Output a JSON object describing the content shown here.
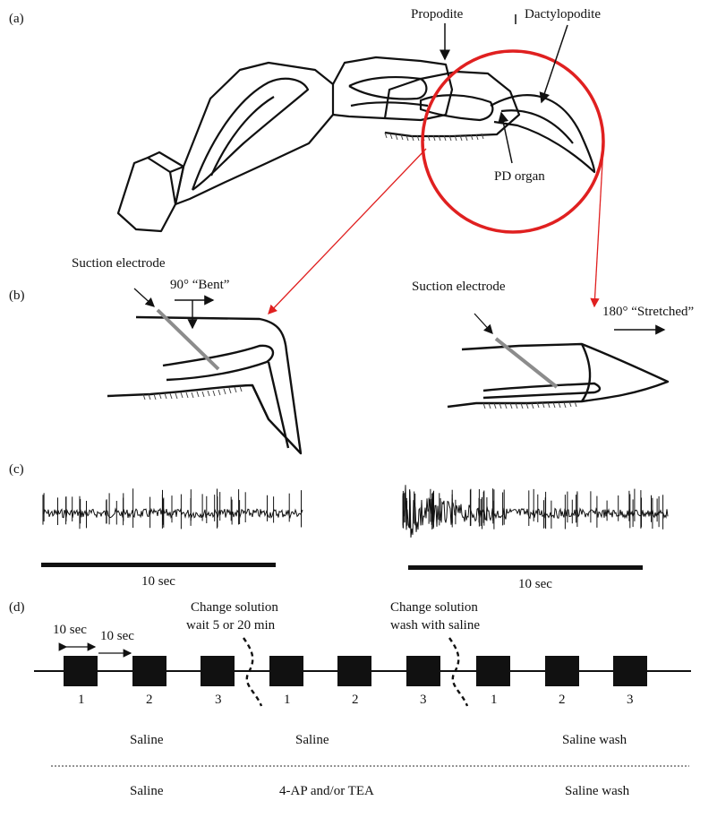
{
  "panel_labels": {
    "a": "(a)",
    "b": "(b)",
    "c": "(c)",
    "d": "(d)"
  },
  "leg_diagram": {
    "propodite": "Propodite",
    "dactylopodite": "Dactylopodite",
    "pd_organ": "PD organ"
  },
  "bent_view": {
    "electrode": "Suction electrode",
    "angle": "90° “Bent”"
  },
  "stretched_view": {
    "electrode": "Suction electrode",
    "angle": "180° “Stretched”"
  },
  "recordings": {
    "left_scale": "10 sec",
    "right_scale": "10 sec"
  },
  "protocol": {
    "interval_a": "10 sec",
    "interval_b": "10 sec",
    "change1_line1": "Change solution",
    "change1_line2": "wait 5 or 20 min",
    "change2_line1": "Change solution",
    "change2_line2": "wash with saline",
    "block_numbers": [
      "1",
      "2",
      "3",
      "1",
      "2",
      "3",
      "1",
      "2",
      "3"
    ],
    "row1": [
      "Saline",
      "Saline",
      "Saline wash"
    ],
    "row2": [
      "Saline",
      "4-AP and/or TEA",
      "Saline wash"
    ]
  },
  "colors": {
    "highlight": "#e02020",
    "ink": "#111111",
    "electrode": "#8c8c8c"
  }
}
